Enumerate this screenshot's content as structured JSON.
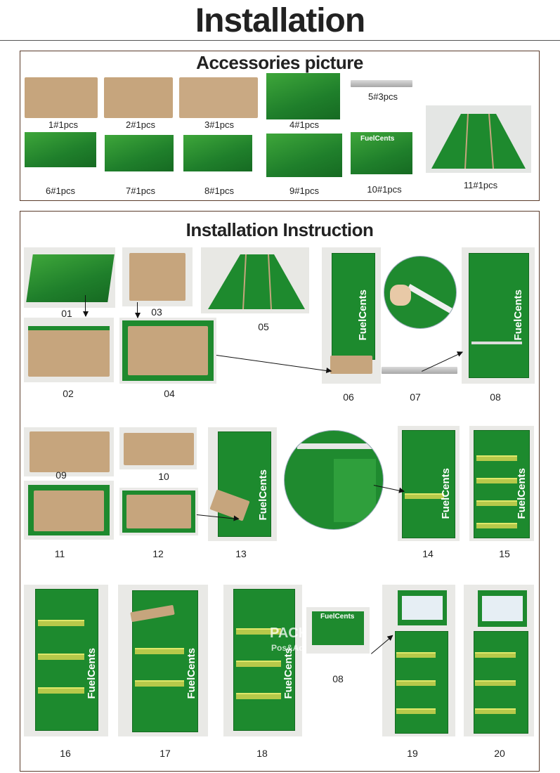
{
  "page_title": "Installation",
  "accessories": {
    "title": "Accessories picture",
    "items": [
      {
        "label": "1#1pcs"
      },
      {
        "label": "2#1pcs"
      },
      {
        "label": "3#1pcs"
      },
      {
        "label": "4#1pcs"
      },
      {
        "label": "5#3pcs"
      },
      {
        "label": "6#1pcs"
      },
      {
        "label": "7#1pcs"
      },
      {
        "label": "8#1pcs"
      },
      {
        "label": "9#1pcs"
      },
      {
        "label": "10#1pcs"
      },
      {
        "label": "11#1pcs"
      }
    ]
  },
  "instruction": {
    "title": "Installation Instruction",
    "steps": [
      "01",
      "02",
      "03",
      "04",
      "05",
      "06",
      "07",
      "08",
      "09",
      "10",
      "11",
      "12",
      "13",
      "14",
      "15",
      "16",
      "17",
      "18",
      "08",
      "19",
      "20"
    ]
  },
  "brand": {
    "logo_text": "FuelCents",
    "watermark_top": "PACKWINS",
    "watermark_bottom": "Pos&Advertising"
  },
  "colors": {
    "green": "#1e8a2e",
    "kraft": "#c6a57d",
    "border": "#5a3b2a"
  }
}
